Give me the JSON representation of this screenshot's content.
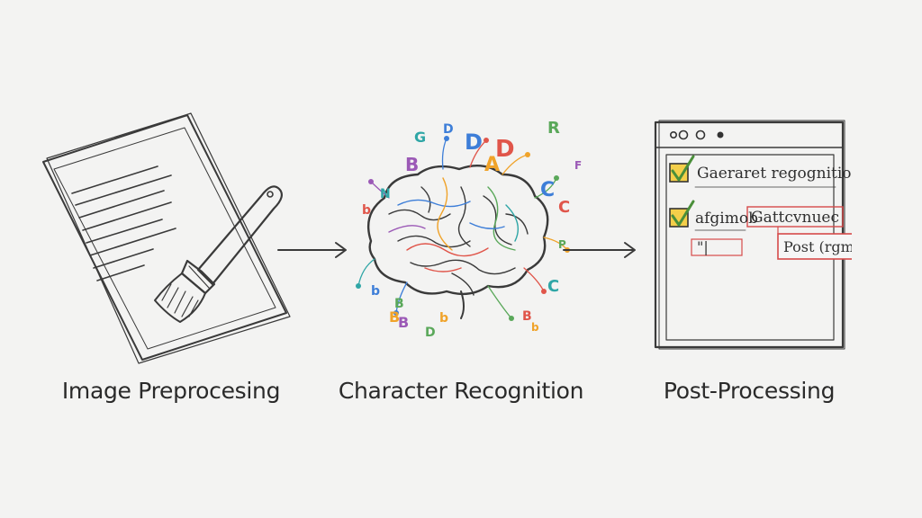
{
  "colors": {
    "background": "#f3f3f2",
    "ink": "#3a3a3a",
    "check_yellow": "#e8c23a",
    "check_green": "#4a8f3a",
    "highlight_red": "#d64a4a",
    "letter_palette": [
      "#3d7ed8",
      "#e0554a",
      "#f0a32a",
      "#5aa85a",
      "#9b59b6",
      "#2fa6a6"
    ]
  },
  "steps": [
    {
      "id": "step-1",
      "caption": "Image Preprocesing",
      "icon": "document-with-brush-icon"
    },
    {
      "id": "step-2",
      "caption": "Character Recognition",
      "icon": "brain-with-letters-icon"
    },
    {
      "id": "step-3",
      "caption": "Post-Processing",
      "icon": "window-with-checklist-icon"
    }
  ],
  "brain_letters": [
    "D",
    "D",
    "A",
    "R",
    "B",
    "N",
    "C",
    "C",
    "B",
    "B",
    "B",
    "C",
    "D",
    "b",
    "b",
    "P",
    "F",
    "G",
    "b",
    "B",
    "b",
    "D"
  ],
  "window": {
    "row1_text": "Gaeraret regognition",
    "row2_left_text": "afgimob",
    "row2_boxed_text": "Gattcvnuec",
    "row3_mark": "\"|",
    "correction_text": "Post (rgmvoro)"
  }
}
